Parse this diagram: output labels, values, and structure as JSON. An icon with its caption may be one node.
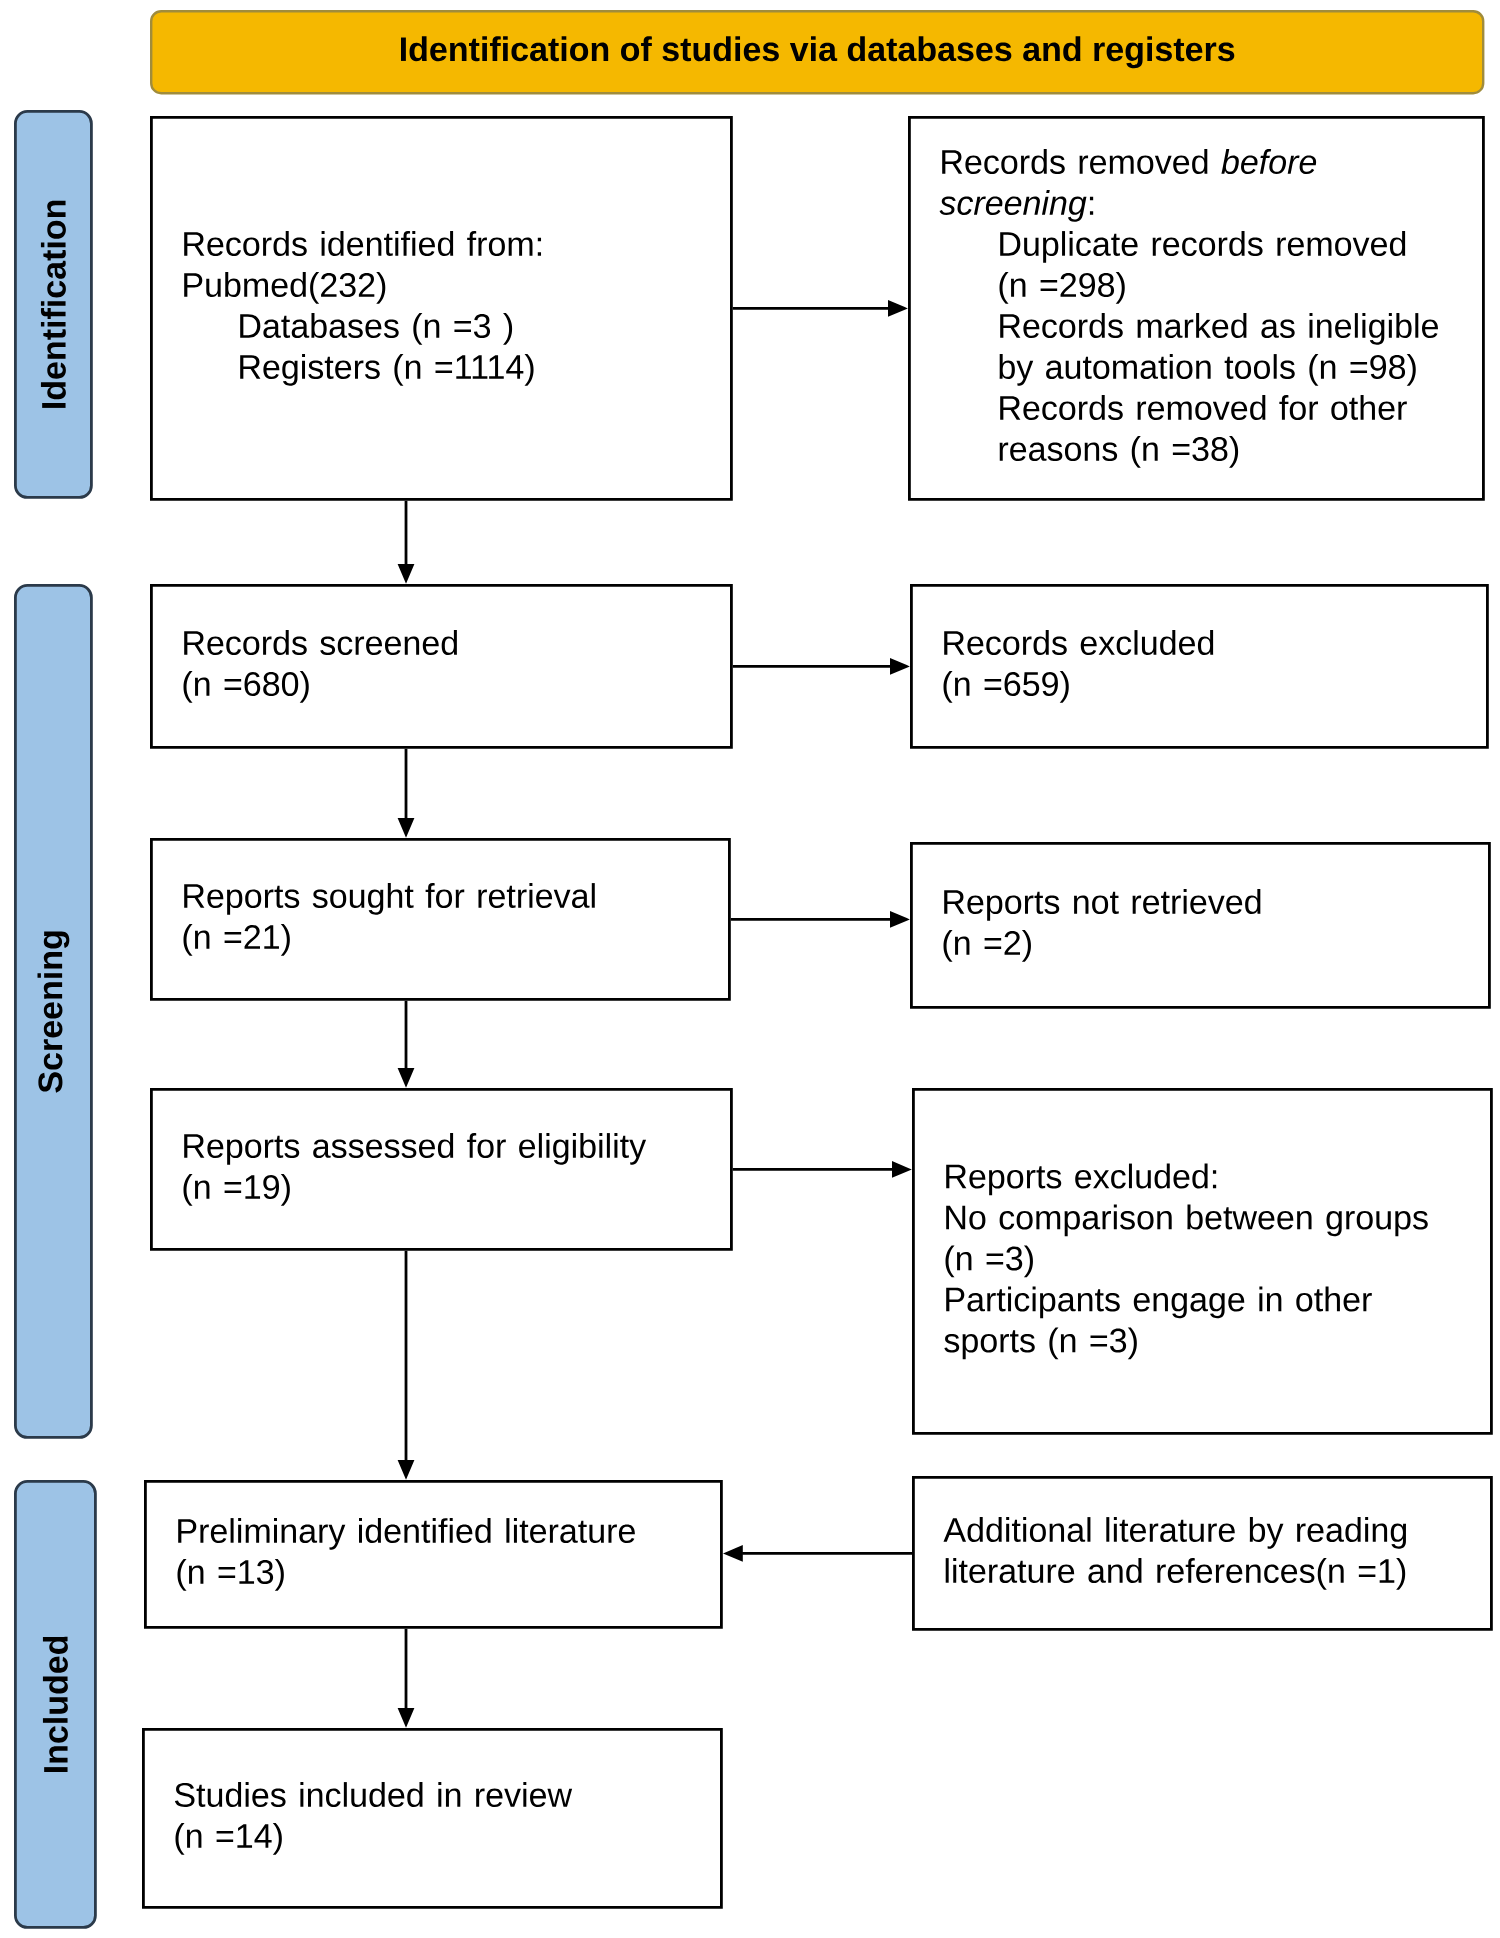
{
  "diagram": {
    "nodes": [
      {
        "text": [
          "Identification of studies via databases and registers"
        ]
      },
      {
        "text": [
          "Identification"
        ]
      },
      {
        "text": [
          "Records identified from: Pubmed(232)",
          "Databases (n =3 )",
          "Registers (n =1114)"
        ]
      },
      {
        "text": [
          "Records removed *before screening*:",
          "Duplicate records removed (n =298)",
          "Records marked as ineligible by automation tools (n =98)",
          "Records removed for other reasons (n =38)"
        ]
      },
      {
        "text": [
          "Screening"
        ]
      },
      {
        "text": [
          "Records screened",
          "(n =680)"
        ]
      },
      {
        "text": [
          "Records excluded",
          "(n =659)"
        ]
      },
      {
        "text": [
          "Reports sought for retrieval",
          "(n =21)"
        ]
      },
      {
        "text": [
          "Reports not retrieved",
          "(n =2)"
        ]
      },
      {
        "text": [
          "Reports assessed for eligibility",
          "(n =19)"
        ]
      },
      {
        "text": [
          "Reports excluded:",
          "No comparison between groups (n =3)",
          "Participants engage in other sports (n =3)"
        ]
      },
      {
        "text": [
          "Included"
        ]
      },
      {
        "text": [
          "Preliminary identified literature",
          "(n =13)"
        ]
      },
      {
        "text": [
          "Additional literature by reading literature and references(n =1)"
        ]
      },
      {
        "text": [
          "Studies included in review",
          "(n =14)"
        ]
      }
    ],
    "edges": [
      {
        "from": 2,
        "to": 3,
        "arrow": "to"
      },
      {
        "from": 2,
        "to": 5,
        "arrow": "to"
      },
      {
        "from": 5,
        "to": 6,
        "arrow": "to"
      },
      {
        "from": 5,
        "to": 7,
        "arrow": "to"
      },
      {
        "from": 7,
        "to": 8,
        "arrow": "to"
      },
      {
        "from": 7,
        "to": 9,
        "arrow": "to"
      },
      {
        "from": 9,
        "to": 10,
        "arrow": "to"
      },
      {
        "from": 9,
        "to": 12,
        "arrow": "to"
      },
      {
        "from": 13,
        "to": 12,
        "arrow": "to"
      },
      {
        "from": 12,
        "to": 14,
        "arrow": "to"
      }
    ]
  }
}
